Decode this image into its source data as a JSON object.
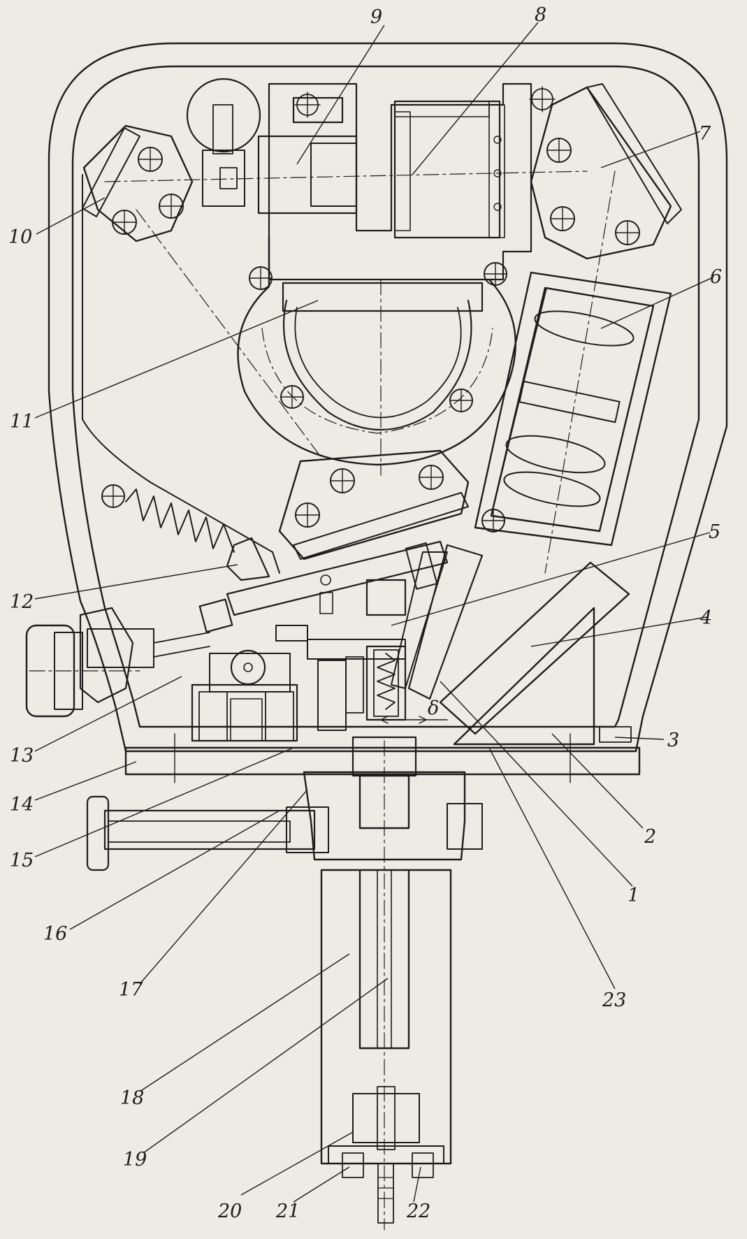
{
  "figure": {
    "callouts": [
      {
        "id": "1",
        "label": "1"
      },
      {
        "id": "2",
        "label": "2"
      },
      {
        "id": "3",
        "label": "3"
      },
      {
        "id": "4",
        "label": "4"
      },
      {
        "id": "5",
        "label": "5"
      },
      {
        "id": "6",
        "label": "6"
      },
      {
        "id": "7",
        "label": "7"
      },
      {
        "id": "8",
        "label": "8"
      },
      {
        "id": "9",
        "label": "9"
      },
      {
        "id": "10",
        "label": "10"
      },
      {
        "id": "11",
        "label": "11"
      },
      {
        "id": "12",
        "label": "12"
      },
      {
        "id": "13",
        "label": "13"
      },
      {
        "id": "14",
        "label": "14"
      },
      {
        "id": "15",
        "label": "15"
      },
      {
        "id": "16",
        "label": "16"
      },
      {
        "id": "17",
        "label": "17"
      },
      {
        "id": "18",
        "label": "18"
      },
      {
        "id": "19",
        "label": "19"
      },
      {
        "id": "20",
        "label": "20"
      },
      {
        "id": "21",
        "label": "21"
      },
      {
        "id": "22",
        "label": "22"
      },
      {
        "id": "23",
        "label": "23"
      }
    ],
    "gap_label": "δ",
    "colors": {
      "ink": "#1d1d1b",
      "paper": "#ecebe4"
    }
  }
}
